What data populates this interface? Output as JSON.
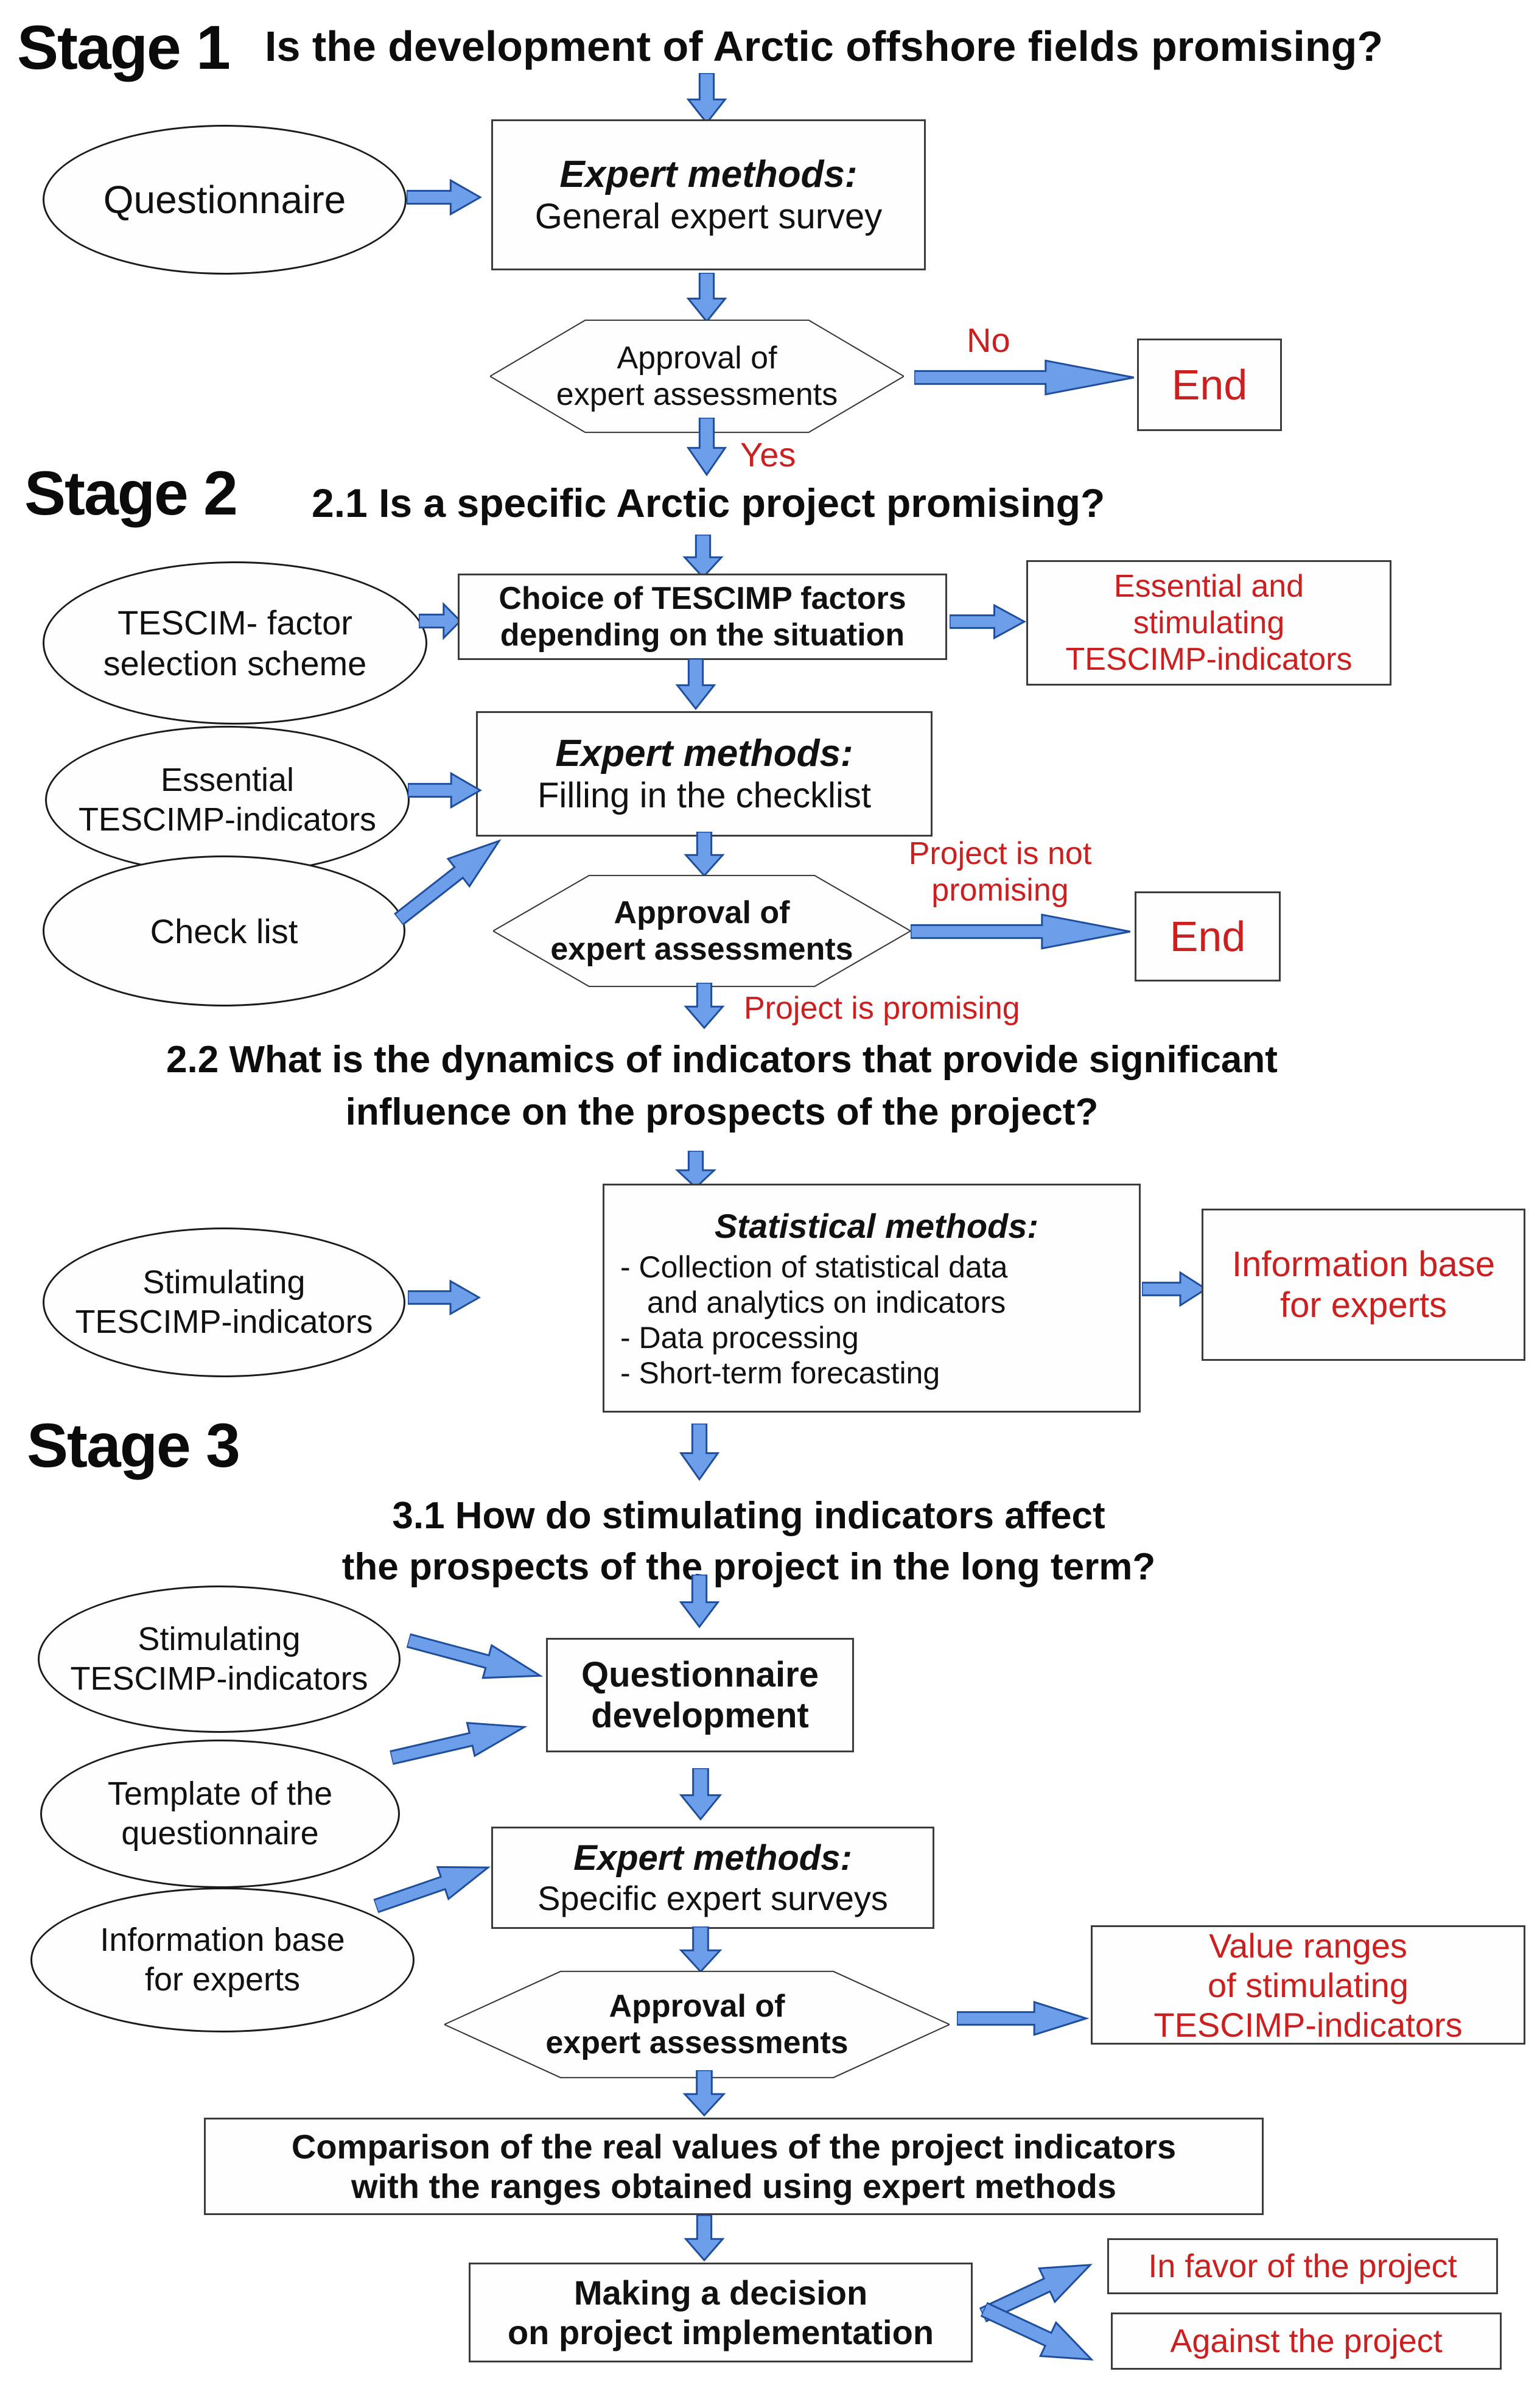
{
  "colors": {
    "arrow_fill": "#6D9EEA",
    "arrow_stroke": "#1F4E9C",
    "red_text": "#CC1F1F",
    "black_text": "#111111"
  },
  "stage1": {
    "label": "Stage 1",
    "title": "Is the development of Arctic offshore fields promising?",
    "questionnaire_ellipse": "Questionnaire",
    "expert_box": {
      "line1": "Expert methods:",
      "line2": "General expert survey"
    },
    "approval": {
      "line1": "Approval of",
      "line2": "expert assessments"
    },
    "no_label": "No",
    "end_label": "End",
    "yes_label": "Yes"
  },
  "stage2": {
    "label": "Stage 2",
    "title_21": "2.1 Is a specific Arctic project promising?",
    "tescim_ellipse": {
      "line1": "TESCIM- factor",
      "line2": "selection scheme"
    },
    "choice_box": {
      "line1": "Choice of TESCIMP factors",
      "line2": "depending on the situation"
    },
    "redbox_essential": {
      "line1": "Essential and",
      "line2": "stimulating",
      "line3": "TESCIMP-indicators"
    },
    "essential_ellipse": {
      "line1": "Essential",
      "line2": "TESCIMP-indicators"
    },
    "expert_box": {
      "line1": "Expert methods:",
      "line2": "Filling in the checklist"
    },
    "checklist_ellipse": "Check list",
    "approval": {
      "line1": "Approval of",
      "line2": "expert assessments"
    },
    "not_promising": {
      "line1": "Project is not",
      "line2": "promising"
    },
    "end_label": "End",
    "promising_label": "Project is promising",
    "title_22": {
      "line1": "2.2 What is the dynamics of indicators that provide significant",
      "line2": "influence on the prospects of the project?"
    },
    "stimulating_ellipse": {
      "line1": "Stimulating",
      "line2": "TESCIMP-indicators"
    },
    "stat_box": {
      "line1": "Statistical methods:",
      "line2": "- Collection of statistical data",
      "line3": "and analytics on indicators",
      "line4": "- Data processing",
      "line5": "- Short-term forecasting"
    },
    "redbox_infobase": {
      "line1": "Information base",
      "line2": "for experts"
    }
  },
  "stage3": {
    "label": "Stage 3",
    "title_31": {
      "line1": "3.1 How do stimulating indicators affect",
      "line2": "the prospects of the project in the long term?"
    },
    "stimulating_ellipse": {
      "line1": "Stimulating",
      "line2": "TESCIMP-indicators"
    },
    "template_ellipse": {
      "line1": "Template of the",
      "line2": "questionnaire"
    },
    "infobase_ellipse": {
      "line1": "Information base",
      "line2": "for experts"
    },
    "questionnaire_box": {
      "line1": "Questionnaire",
      "line2": "development"
    },
    "expert_box": {
      "line1": "Expert methods:",
      "line2": "Specific expert surveys"
    },
    "approval": {
      "line1": "Approval of",
      "line2": "expert assessments"
    },
    "redbox_ranges": {
      "line1": "Value ranges",
      "line2": "of stimulating",
      "line3": "TESCIMP-indicators"
    },
    "comparison_box": {
      "line1": "Comparison of the real values of the project indicators",
      "line2": "with the ranges obtained using expert methods"
    },
    "decision_box": {
      "line1": "Making a decision",
      "line2": "on project implementation"
    },
    "redbox_favor": "In favor of the project",
    "redbox_against": "Against the project"
  }
}
